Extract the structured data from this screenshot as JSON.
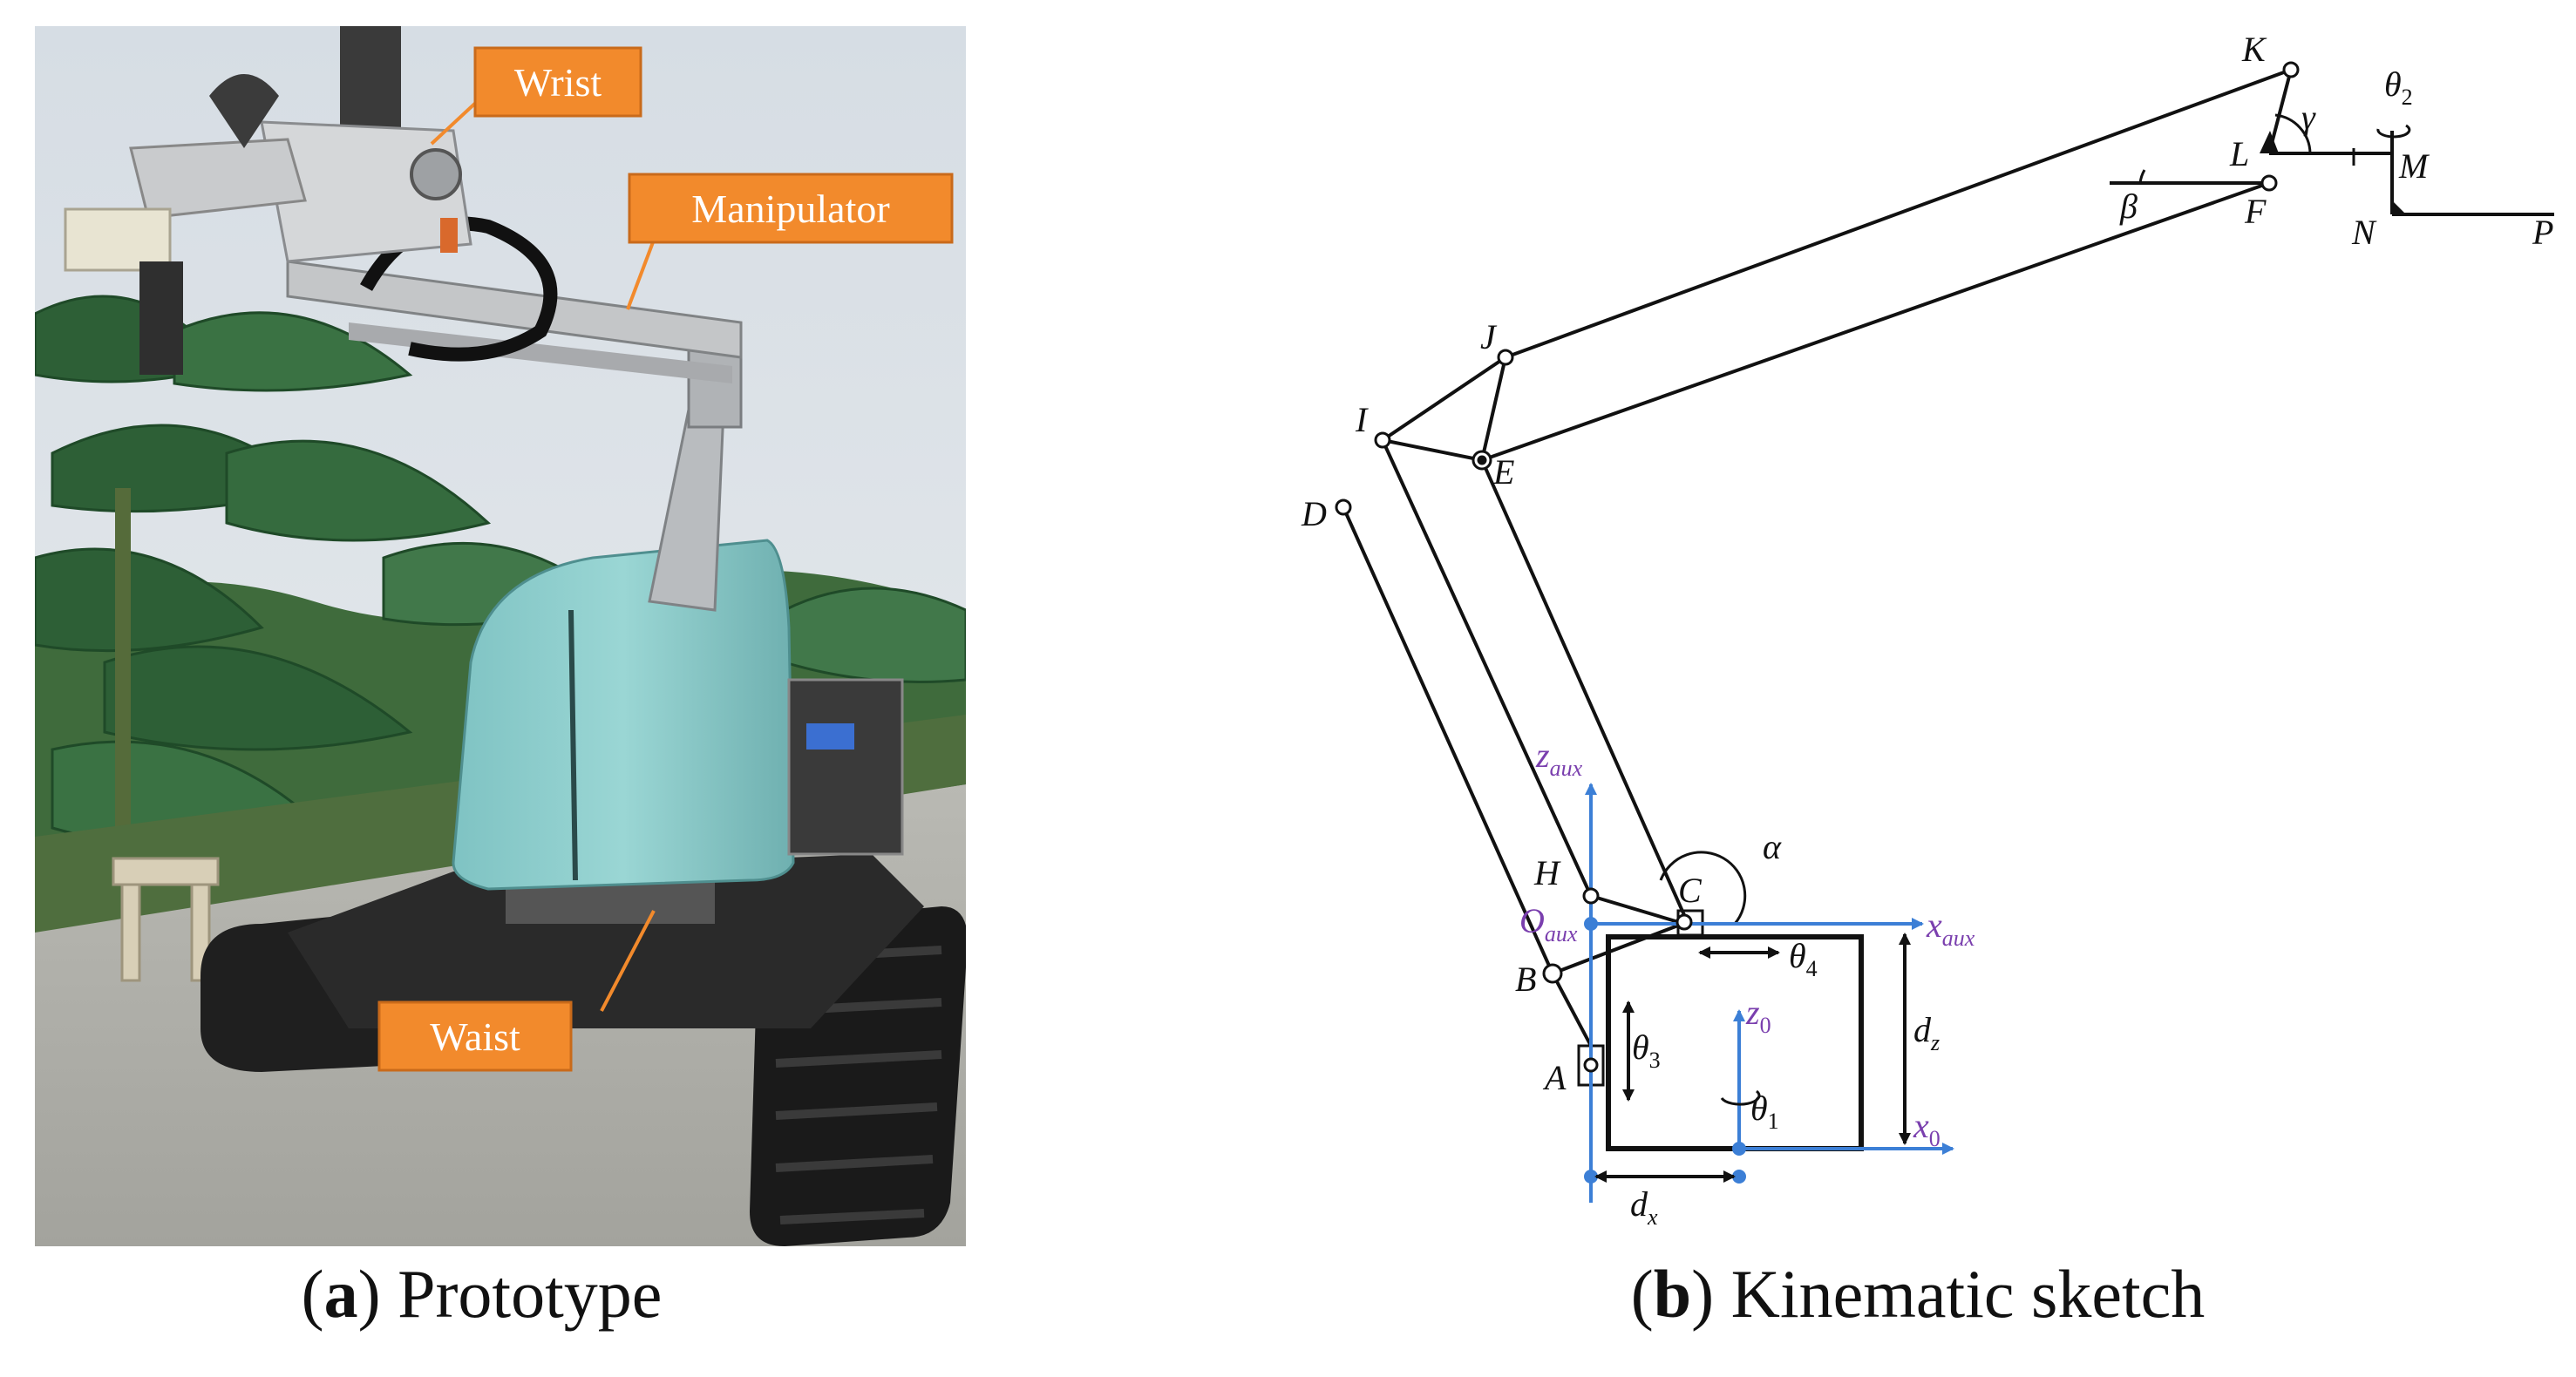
{
  "panel_a": {
    "caption_letter": "a",
    "caption_text": " Prototype",
    "labels": {
      "wrist": "Wrist",
      "manipulator": "Manipulator",
      "waist": "Waist"
    },
    "colors": {
      "label_bg": "#f28a2c",
      "label_text": "#ffffff",
      "machine_body": "#8fcfcf",
      "sky": "#dde4ea",
      "leaves": "#2d5f36",
      "ground": "#bdbdb8"
    }
  },
  "panel_b": {
    "caption_letter": "b",
    "caption_text": " Kinematic sketch",
    "points": [
      "K",
      "L",
      "M",
      "N",
      "P",
      "F",
      "J",
      "I",
      "E",
      "D",
      "H",
      "C",
      "B",
      "A"
    ],
    "angles": {
      "alpha": "α",
      "beta": "β",
      "gamma": "γ",
      "theta1": "θ",
      "theta1_sub": "1",
      "theta2": "θ",
      "theta2_sub": "2",
      "theta3": "θ",
      "theta3_sub": "3",
      "theta4": "θ",
      "theta4_sub": "4"
    },
    "frames": {
      "z_aux": "z",
      "z_aux_sub": "aux",
      "x_aux": "x",
      "x_aux_sub": "aux",
      "o_aux": "O",
      "o_aux_sub": "aux",
      "z0": "z",
      "z0_sub": "0",
      "x0": "x",
      "x0_sub": "0"
    },
    "dims": {
      "dx": "d",
      "dx_sub": "x",
      "dz": "d",
      "dz_sub": "z"
    },
    "colors": {
      "frame_axis": "#3c7fd6",
      "frame_label": "#7a3fae",
      "link": "#111111"
    }
  }
}
